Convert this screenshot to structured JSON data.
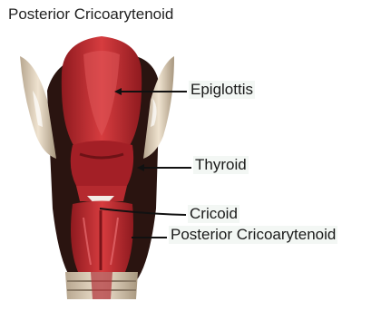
{
  "title": "Posterior Cricoarytenoid",
  "labels": {
    "epiglottis": "Epiglottis",
    "thyroid": "Thyroid",
    "cricoid": "Cricoid",
    "posterior_cricoarytenoid": "Posterior Cricoarytenoid"
  },
  "colors": {
    "muscle_red": "#b8232b",
    "cartilage": "#d9c7b0",
    "shadow": "#2a1410"
  }
}
